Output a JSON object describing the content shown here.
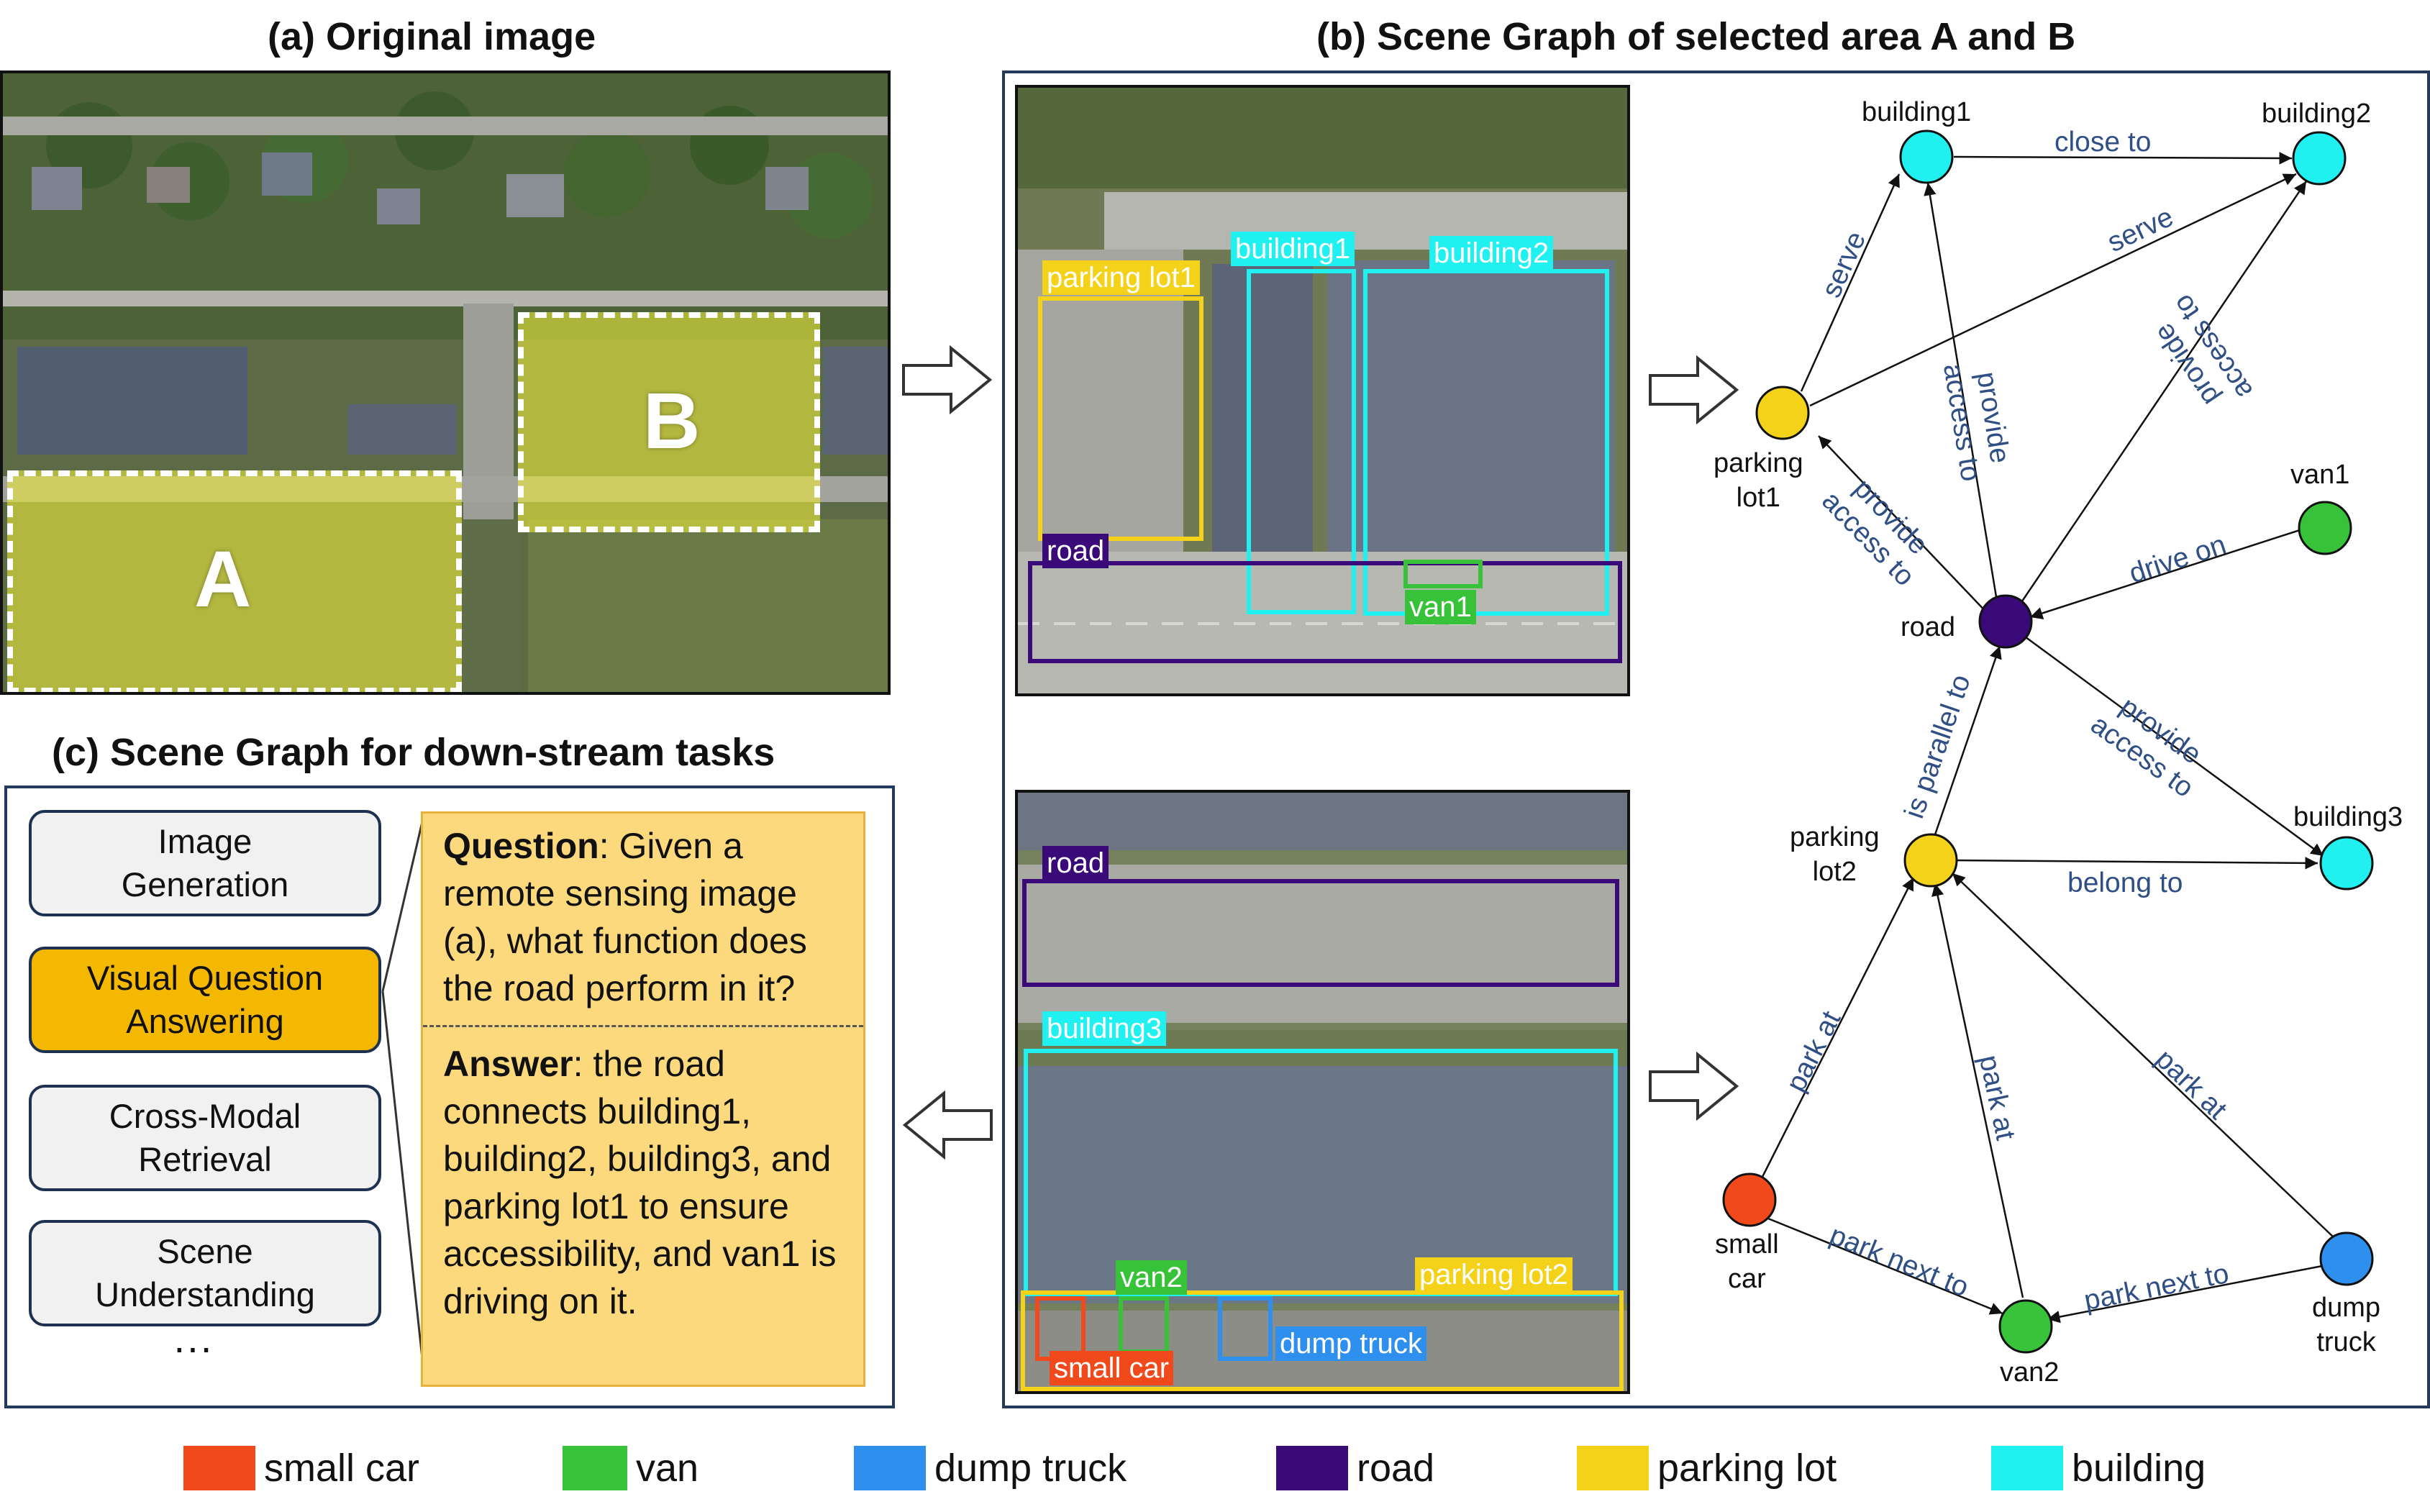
{
  "titles": {
    "a": "(a)  Original image",
    "b": "(b)   Scene Graph of selected area A and B",
    "c": "(c)  Scene Graph for down-stream tasks"
  },
  "original_image": {
    "region_a": "A",
    "region_b": "B"
  },
  "area_a": {
    "boxes": {
      "parking_lot1": "parking lot1",
      "building1": "building1",
      "building2": "building2",
      "road": "road",
      "van1": "van1"
    }
  },
  "area_b": {
    "boxes": {
      "road": "road",
      "building3": "building3",
      "van2": "van2",
      "parking_lot2": "parking lot2",
      "small_car": "small car",
      "dump_truck": "dump truck"
    }
  },
  "graph": {
    "nodes": {
      "building1": "building1",
      "building2": "building2",
      "parking_lot1": "parking\nlot1",
      "van1": "van1",
      "road": "road",
      "parking_lot2": "parking\nlot2",
      "building3": "building3",
      "small_car": "small\ncar",
      "van2": "van2",
      "dump_truck": "dump\ntruck"
    },
    "edges": {
      "close_to": "close to",
      "serve_1": "serve",
      "serve_2": "serve",
      "provide_access_road_b1": "provide\naccess to",
      "provide_access_road_b2": "provide\naccess to",
      "provide_access_road_pl1": "provide\naccess to",
      "drive_on": "drive on",
      "is_parallel_to": "is parallel to",
      "provide_access_road_b3": "provide\naccess to",
      "belong_to": "belong to",
      "park_at_smallcar": "park at",
      "park_at_van2": "park at",
      "park_at_dump": "park at",
      "park_next_to_1": "park next to",
      "park_next_to_2": "park next to"
    }
  },
  "tasks": {
    "items": [
      "Image\nGeneration",
      "Visual Question\nAnswering",
      "Cross-Modal\nRetrieval",
      "Scene\nUnderstanding"
    ],
    "ellipsis": "···"
  },
  "qa": {
    "question_label": "Question",
    "question_text": ":  Given a remote sensing image (a), what function does the road perform in it?",
    "answer_label": "Answer",
    "answer_text": ":  the road connects building1, building2, building3, and parking lot1 to ensure accessibility, and van1 is driving on it."
  },
  "legend": [
    {
      "label": "small car",
      "color": "#f04a1c"
    },
    {
      "label": "van",
      "color": "#38c23a"
    },
    {
      "label": "dump truck",
      "color": "#2f8fef"
    },
    {
      "label": "road",
      "color": "#3a0a78"
    },
    {
      "label": "parking lot",
      "color": "#f4d21a"
    },
    {
      "label": "building",
      "color": "#20f0f0"
    }
  ],
  "colors": {
    "small_car": "#f04a1c",
    "van": "#38c23a",
    "dump_truck": "#2f8fef",
    "road": "#3a0a78",
    "parking_lot": "#f4d21a",
    "building": "#20f0f0",
    "edge_label": "#2f4f85",
    "panel_border": "#233a5c"
  }
}
